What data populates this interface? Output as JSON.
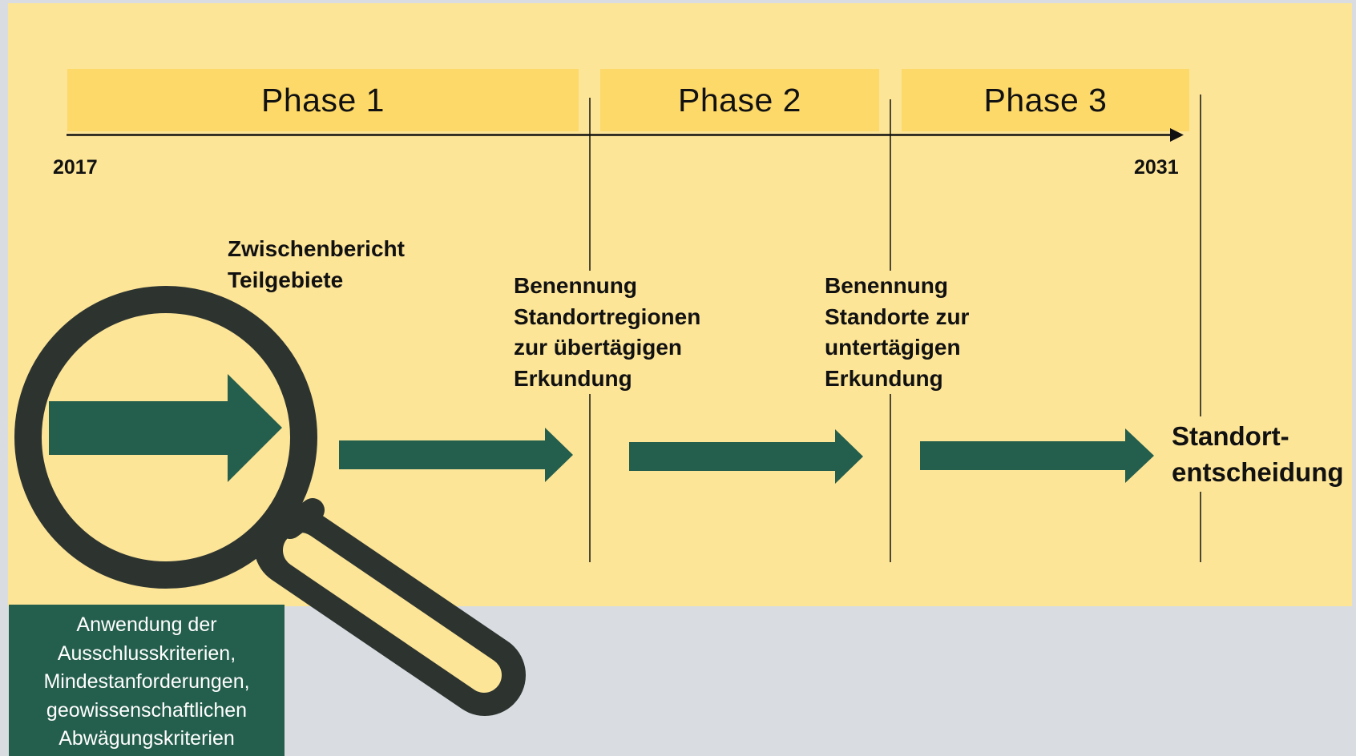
{
  "phases": [
    "Phase 1",
    "Phase 2",
    "Phase 3"
  ],
  "timeline": {
    "start_year": "2017",
    "end_year": "2031"
  },
  "milestones": {
    "interim": [
      "Zwischenbericht",
      "Teilgebiete"
    ],
    "regions": [
      "Benennung",
      "Standortregionen",
      "zur übertägigen",
      "Erkundung"
    ],
    "sites": [
      "Benennung",
      "Standorte zur",
      "untertägigen",
      "Erkundung"
    ]
  },
  "final": [
    "Standort-",
    "entscheidung"
  ],
  "criteria": [
    "Anwendung der",
    "Ausschlusskriterien,",
    "Mindestanforderungen,",
    "geowissenschaftlichen",
    "Abwägungskriterien"
  ],
  "colors": {
    "panel": "#fde598",
    "phase_box": "#fdd96a",
    "arrow": "#245e4c",
    "magnifier": "#2d3430",
    "background": "#d9dde1"
  },
  "icons": {
    "magnifier": "magnifying-glass-icon"
  }
}
